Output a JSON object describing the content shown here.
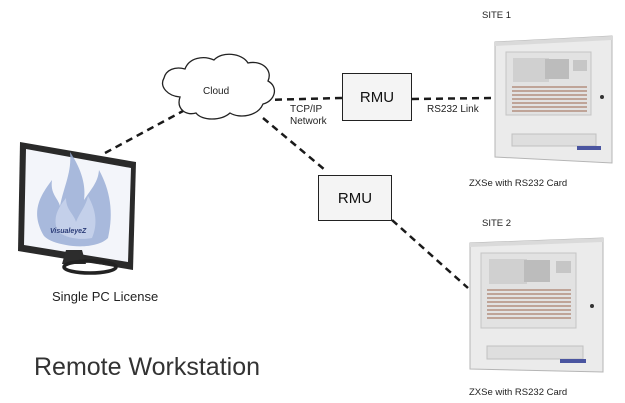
{
  "cloud": {
    "label": "Cloud"
  },
  "network": {
    "label_line1": "TCP/IP",
    "label_line2": "Network"
  },
  "rmu": {
    "top_label": "RMU",
    "bottom_label": "RMU"
  },
  "link": {
    "label": "RS232 Link"
  },
  "site1": {
    "title": "SITE 1",
    "caption": "ZXSe with RS232 Card"
  },
  "site2": {
    "title": "SITE 2",
    "caption": "ZXSe with RS232 Card"
  },
  "monitor": {
    "brand": "VisualeyeZ",
    "caption": "Single PC License"
  },
  "heading": "Remote Workstation"
}
